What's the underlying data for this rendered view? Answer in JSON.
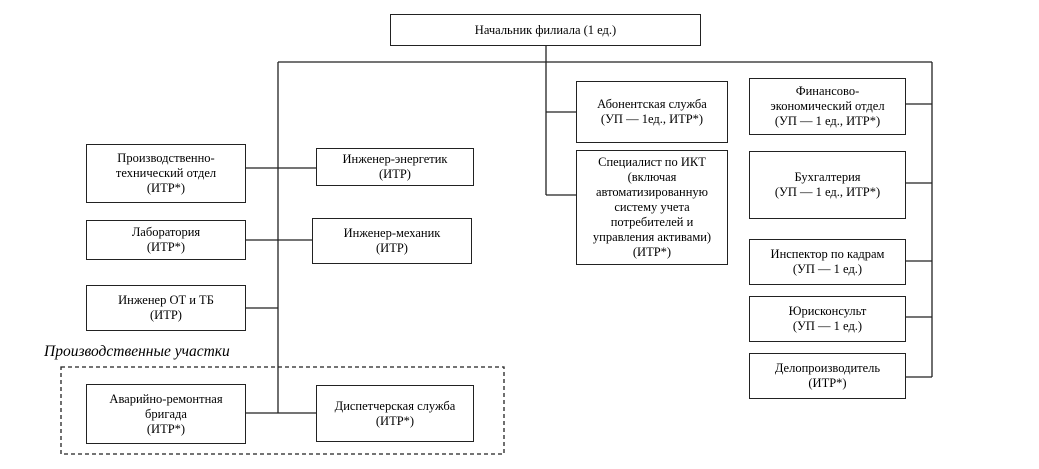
{
  "diagram": {
    "head": "Начальник филиала (1 ед.)",
    "left_units": [
      "Производственно-\nтехнический отдел\n(ИТР*)",
      "Лаборатория\n(ИТР*)",
      "Инженер ОТ и ТБ\n(ИТР)"
    ],
    "engineers": [
      "Инженер-энергетик\n(ИТР)",
      "Инженер-механик\n(ИТР)"
    ],
    "production_section": {
      "title": "Производственные участки",
      "units": [
        "Аварийно-ремонтная\nбригада\n(ИТР*)",
        "Диспетчерская служба\n(ИТР*)"
      ]
    },
    "middle_units": [
      "Абонентская служба\n(УП — 1ед., ИТР*)",
      "Специалист по ИКТ\n(включая\nавтоматизированную\nсистему учета\nпотребителей и\nуправления активами)\n(ИТР*)"
    ],
    "right_units": [
      "Финансово-\nэкономический отдел\n(УП — 1 ед., ИТР*)",
      "Бухгалтерия\n(УП — 1 ед., ИТР*)",
      "Инспектор по кадрам\n(УП — 1 ед.)",
      "Юрисконсульт\n(УП — 1 ед.)",
      "Делопроизводитель\n(ИТР*)"
    ]
  }
}
